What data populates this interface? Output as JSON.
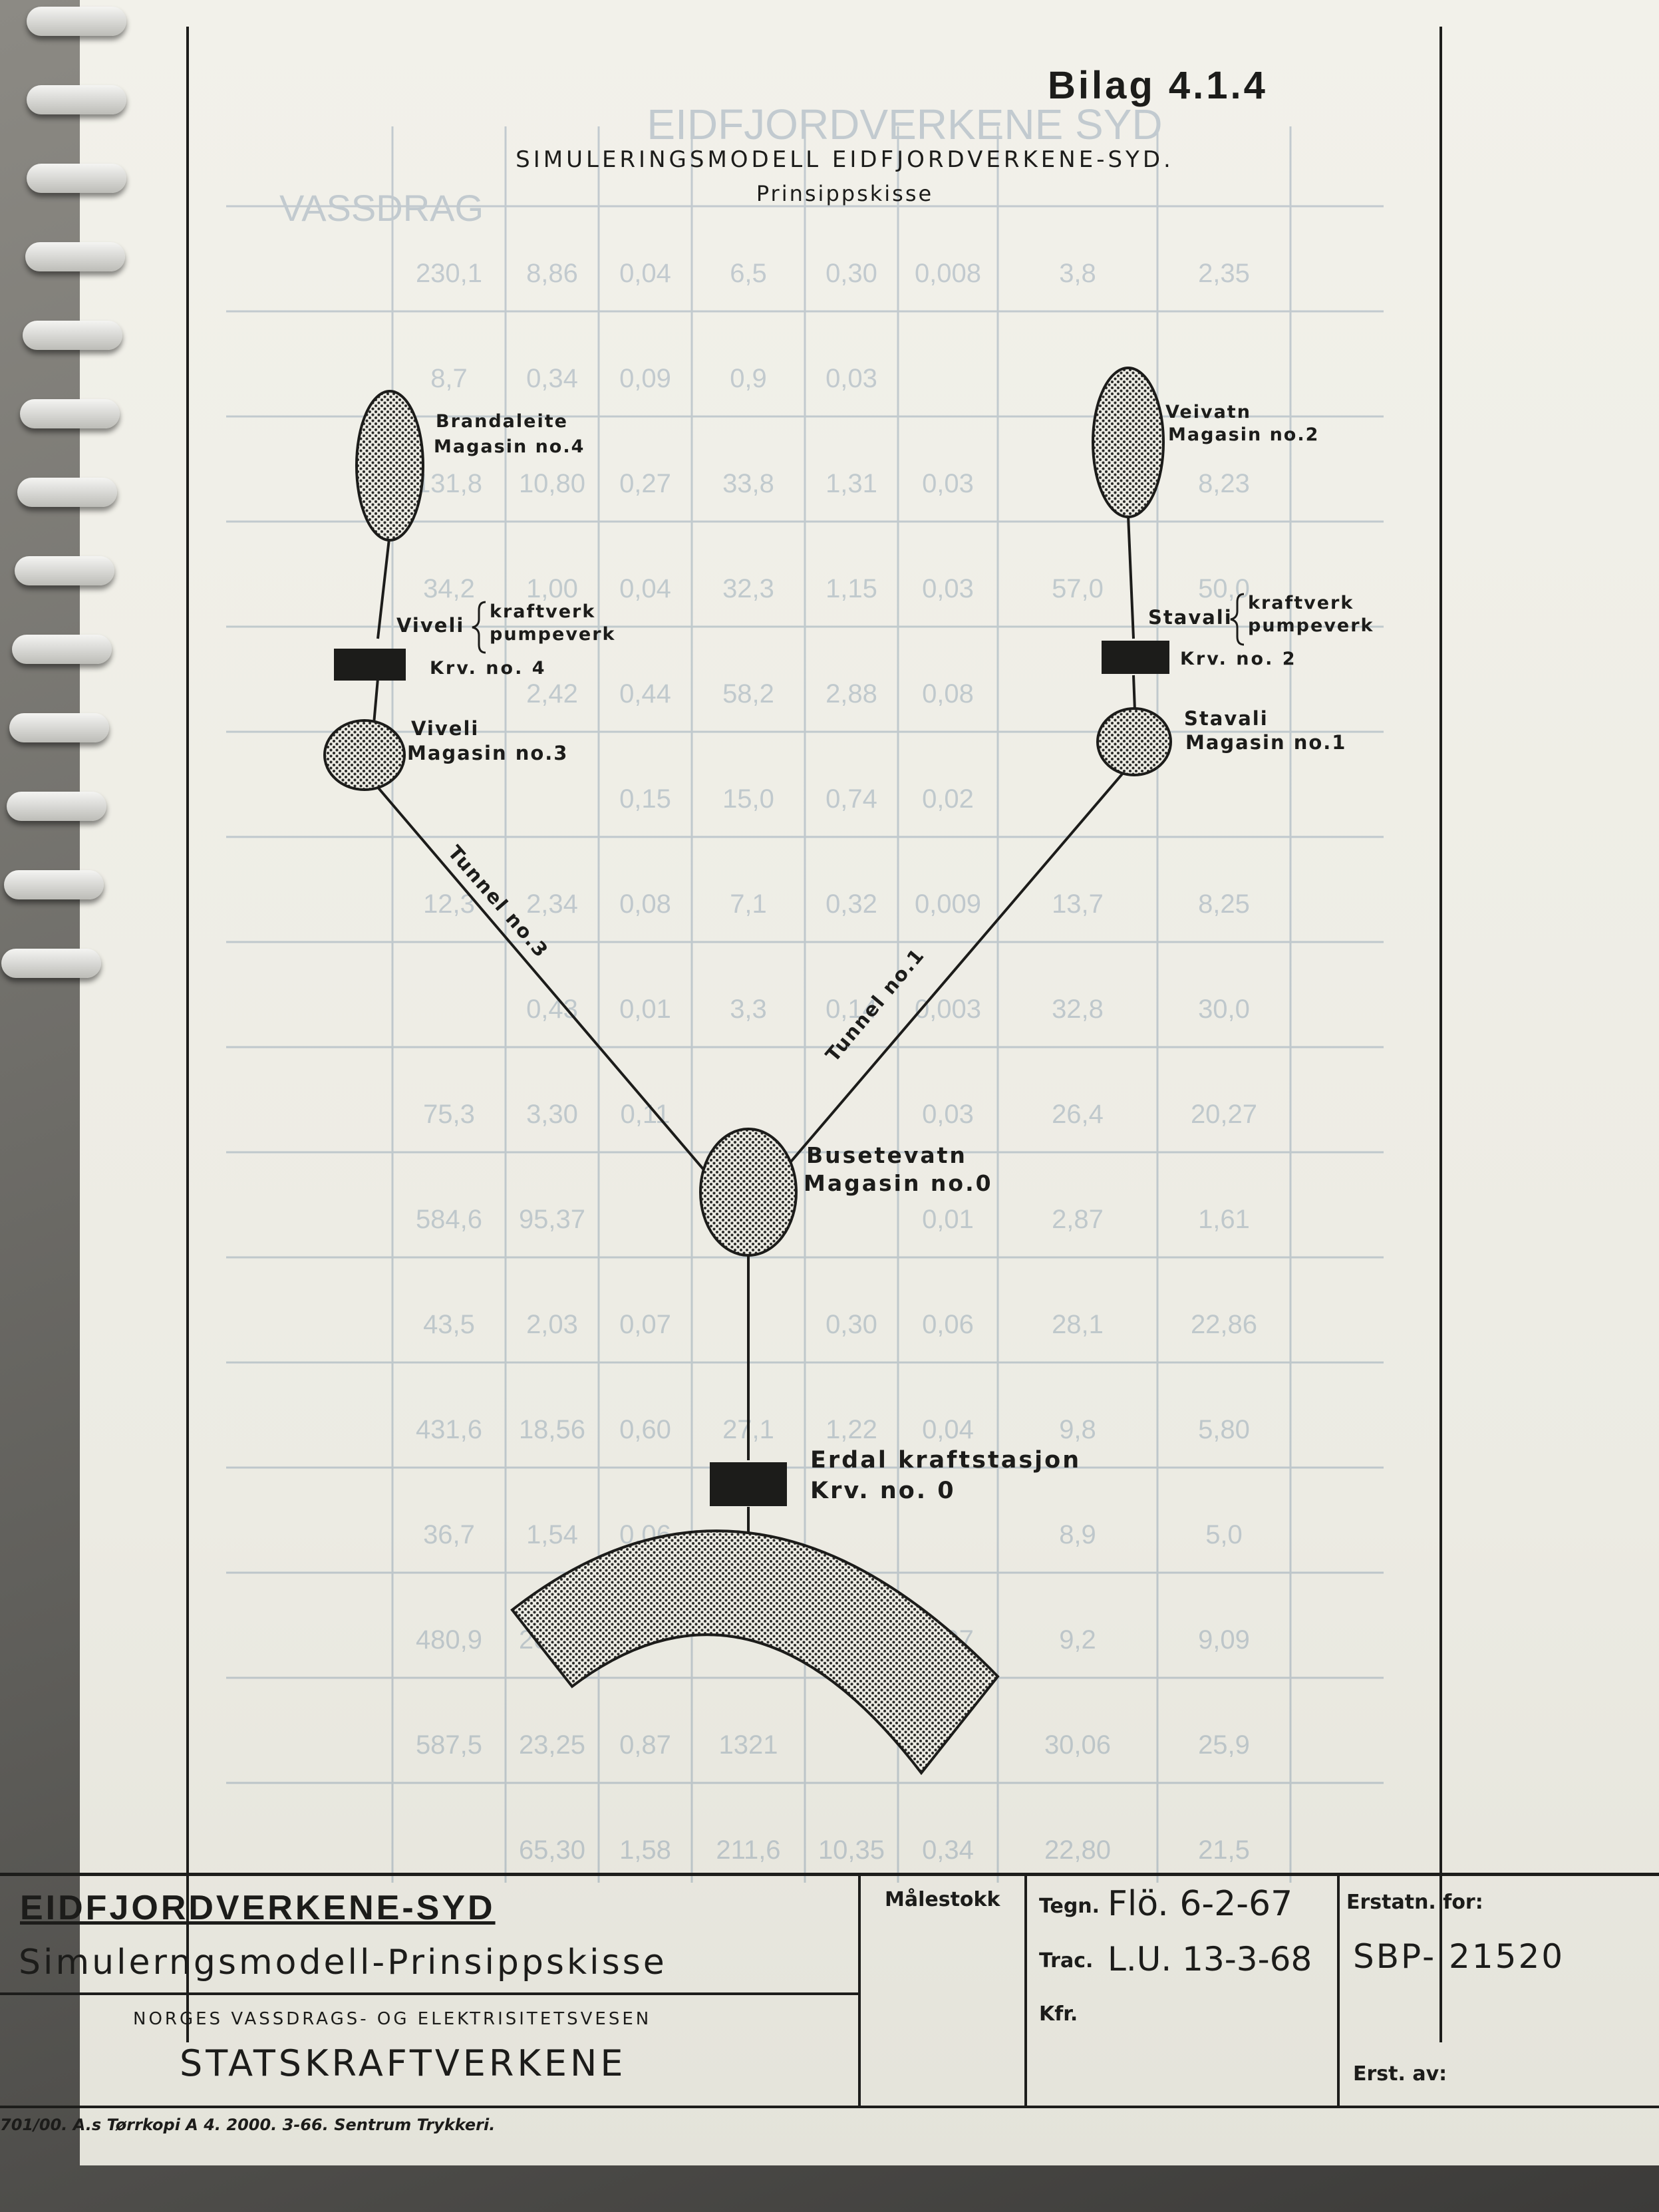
{
  "header": {
    "bilag": "Bilag 4.1.4",
    "title": "SIMULERINGSMODELL   EIDFJORDVERKENE-SYD.",
    "subtitle": "Prinsippskisse"
  },
  "ghost": {
    "title": "EIDFJORDVERKENE  SYD",
    "column_header": "VASSDRAG",
    "rows": [
      [
        "230,1",
        "8,86",
        "0,04",
        "6,5",
        "0,30",
        "0,008",
        "3,8",
        "2,35"
      ],
      [
        "8,7",
        "0,34",
        "0,09",
        "0,9",
        "0,03",
        "",
        "",
        ""
      ],
      [
        "131,8",
        "10,80",
        "0,27",
        "33,8",
        "1,31",
        "0,03",
        "",
        "8,23"
      ],
      [
        "34,2",
        "1,00",
        "0,04",
        "32,3",
        "1,15",
        "0,03",
        "57,0",
        "50,0"
      ],
      [
        "",
        "2,42",
        "0,44",
        "58,2",
        "2,88",
        "0,08",
        "",
        ""
      ],
      [
        "",
        "",
        "0,15",
        "15,0",
        "0,74",
        "0,02",
        "",
        ""
      ],
      [
        "12,3",
        "2,34",
        "0,08",
        "7,1",
        "0,32",
        "0,009",
        "13,7",
        "8,25"
      ],
      [
        "",
        "0,43",
        "0,01",
        "3,3",
        "0,14",
        "0,003",
        "32,8",
        "30,0"
      ],
      [
        "75,3",
        "3,30",
        "0,11",
        "",
        "",
        "0,03",
        "26,4",
        "20,27"
      ],
      [
        "584,6",
        "95,37",
        "",
        "",
        "",
        "0,01",
        "2,87",
        "1,61"
      ],
      [
        "43,5",
        "2,03",
        "0,07",
        "",
        "0,30",
        "0,06",
        "28,1",
        "22,86"
      ],
      [
        "431,6",
        "18,56",
        "0,60",
        "27,1",
        "1,22",
        "0,04",
        "9,8",
        "5,80"
      ],
      [
        "36,7",
        "1,54",
        "0,06",
        "",
        "",
        "",
        "8,9",
        "5,0"
      ],
      [
        "480,9",
        "20,37",
        "",
        "",
        "",
        "0,07",
        "9,2",
        "9,09"
      ],
      [
        "587,5",
        "23,25",
        "0,87",
        "1321",
        "",
        "",
        "30,06",
        "25,9"
      ],
      [
        "",
        "65,30",
        "1,58",
        "211,6",
        "10,35",
        "0,34",
        "22,80",
        "21,5"
      ]
    ]
  },
  "diagram": {
    "brandaleite": {
      "name": "Brandaleite",
      "magasin": "Magasin no.4"
    },
    "veivatn": {
      "name": "Veivatn",
      "magasin": "Magasin no.2"
    },
    "viveli_plant": {
      "name": "Viveli",
      "kraftverk": "kraftverk",
      "pumpeverk": "pumpeverk",
      "krv": "Krv. no. 4"
    },
    "stavali_plant": {
      "name": "Stavali",
      "kraftverk": "kraftverk",
      "pumpeverk": "pumpeverk",
      "krv": "Krv. no. 2"
    },
    "viveli_res": {
      "name": "Viveli",
      "magasin": "Magasin no.3"
    },
    "stavali_res": {
      "name": "Stavali",
      "magasin": "Magasin no.1"
    },
    "tunnel3": "Tunnel no.3",
    "tunnel1": "Tunnel no.1",
    "busetevatn": {
      "name": "Busetevatn",
      "magasin": "Magasin no.0"
    },
    "erdal": {
      "name": "Erdal kraftstasjon",
      "krv": "Krv. no. 0"
    }
  },
  "titleblock": {
    "project": "EIDFJORDVERKENE-SYD",
    "drawing": "Simulerngsmodell-Prinsippskisse",
    "agency": "NORGES VASSDRAGS- OG ELEKTRISITETSVESEN",
    "department": "STATSKRAFTVERKENE",
    "malestokk_label": "Målestokk",
    "tegn_label": "Tegn.",
    "tegn_value": "Flö. 6-2-67",
    "trac_label": "Trac.",
    "trac_value": "L.U. 13-3-68",
    "kfr_label": "Kfr.",
    "erstatn_label": "Erstatn. for:",
    "erstatn_value": "SBP- 21520",
    "erst_av_label": "Erst. av:"
  },
  "footer": "701/00. A.s Tørrkopi  A 4. 2000. 3-66. Sentrum Trykkeri."
}
